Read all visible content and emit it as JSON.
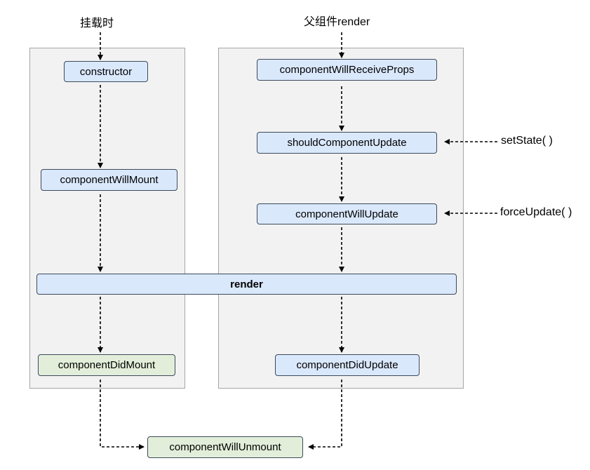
{
  "header": {
    "mount_label": "挂载时",
    "parent_render_label": "父组件render"
  },
  "side_labels": {
    "set_state": "setState( )",
    "force_update": "forceUpdate( )"
  },
  "nodes": {
    "constructor": "constructor",
    "component_will_mount": "componentWillMount",
    "render": "render",
    "component_did_mount": "componentDidMount",
    "component_will_receive_props": "componentWillReceiveProps",
    "should_component_update": "shouldComponentUpdate",
    "component_will_update": "componentWillUpdate",
    "component_did_update": "componentDidUpdate",
    "component_will_unmount": "componentWillUnmount"
  },
  "colors": {
    "update_node": "#dae8fc",
    "lifecycle_edge_node": "#e2eed9",
    "panel": "#f2f2f2"
  }
}
